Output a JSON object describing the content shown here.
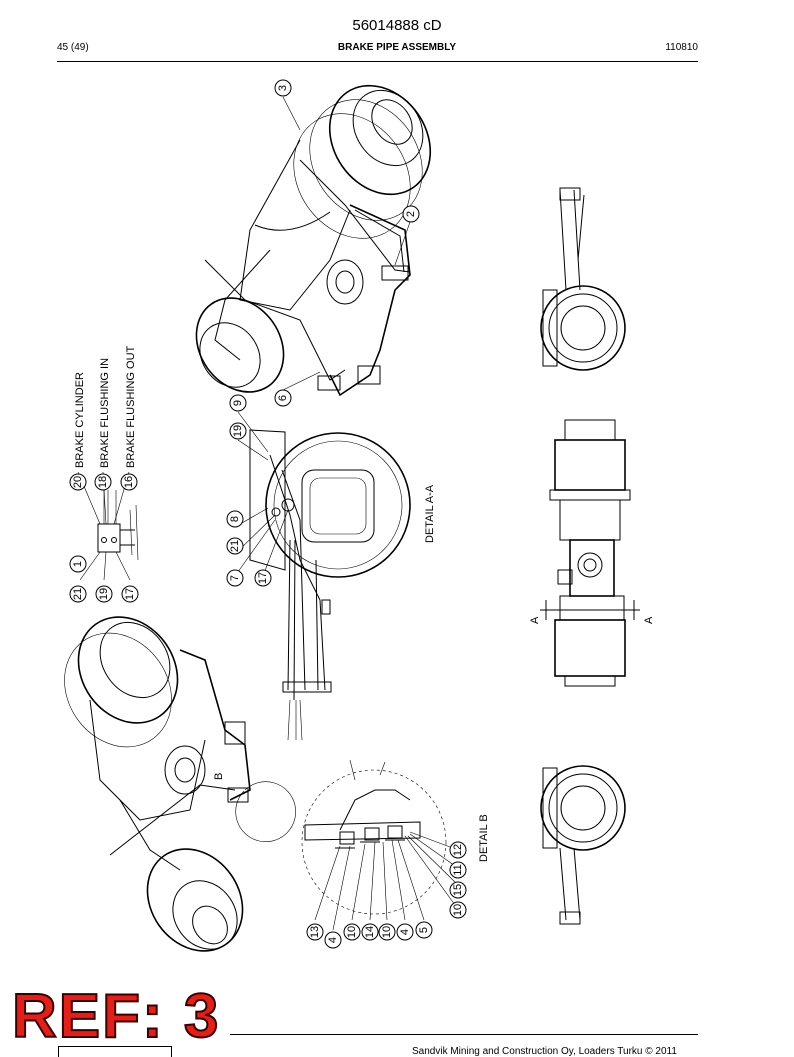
{
  "header": {
    "doc_id": "56014888 cD",
    "page": "45 (49)",
    "title": "BRAKE PIPE ASSEMBLY",
    "code": "110810"
  },
  "legend": {
    "brake_cylinder": "BRAKE CYLINDER",
    "brake_flushing_in": "BRAKE FLUSHING IN",
    "brake_flushing_out": "BRAKE FLUSHING OUT"
  },
  "callouts": {
    "c1": "1",
    "c2": "2",
    "c3": "3",
    "c4": "4",
    "c5": "5",
    "c6": "6",
    "c7": "7",
    "c8": "8",
    "c9": "9",
    "c10": "10",
    "c11": "11",
    "c12": "12",
    "c13": "13",
    "c14": "14",
    "c15": "15",
    "c16": "16",
    "c17": "17",
    "c18": "18",
    "c19": "19",
    "c20": "20",
    "c21": "21"
  },
  "labels": {
    "detail_a": "DETAIL  A-A",
    "detail_b": "DETAIL  B",
    "section_a": "A",
    "detail_b_marker": "B"
  },
  "stamp": "REF: 3",
  "footer": "Sandvik Mining and Construction Oy, Loaders Turku © 2011"
}
